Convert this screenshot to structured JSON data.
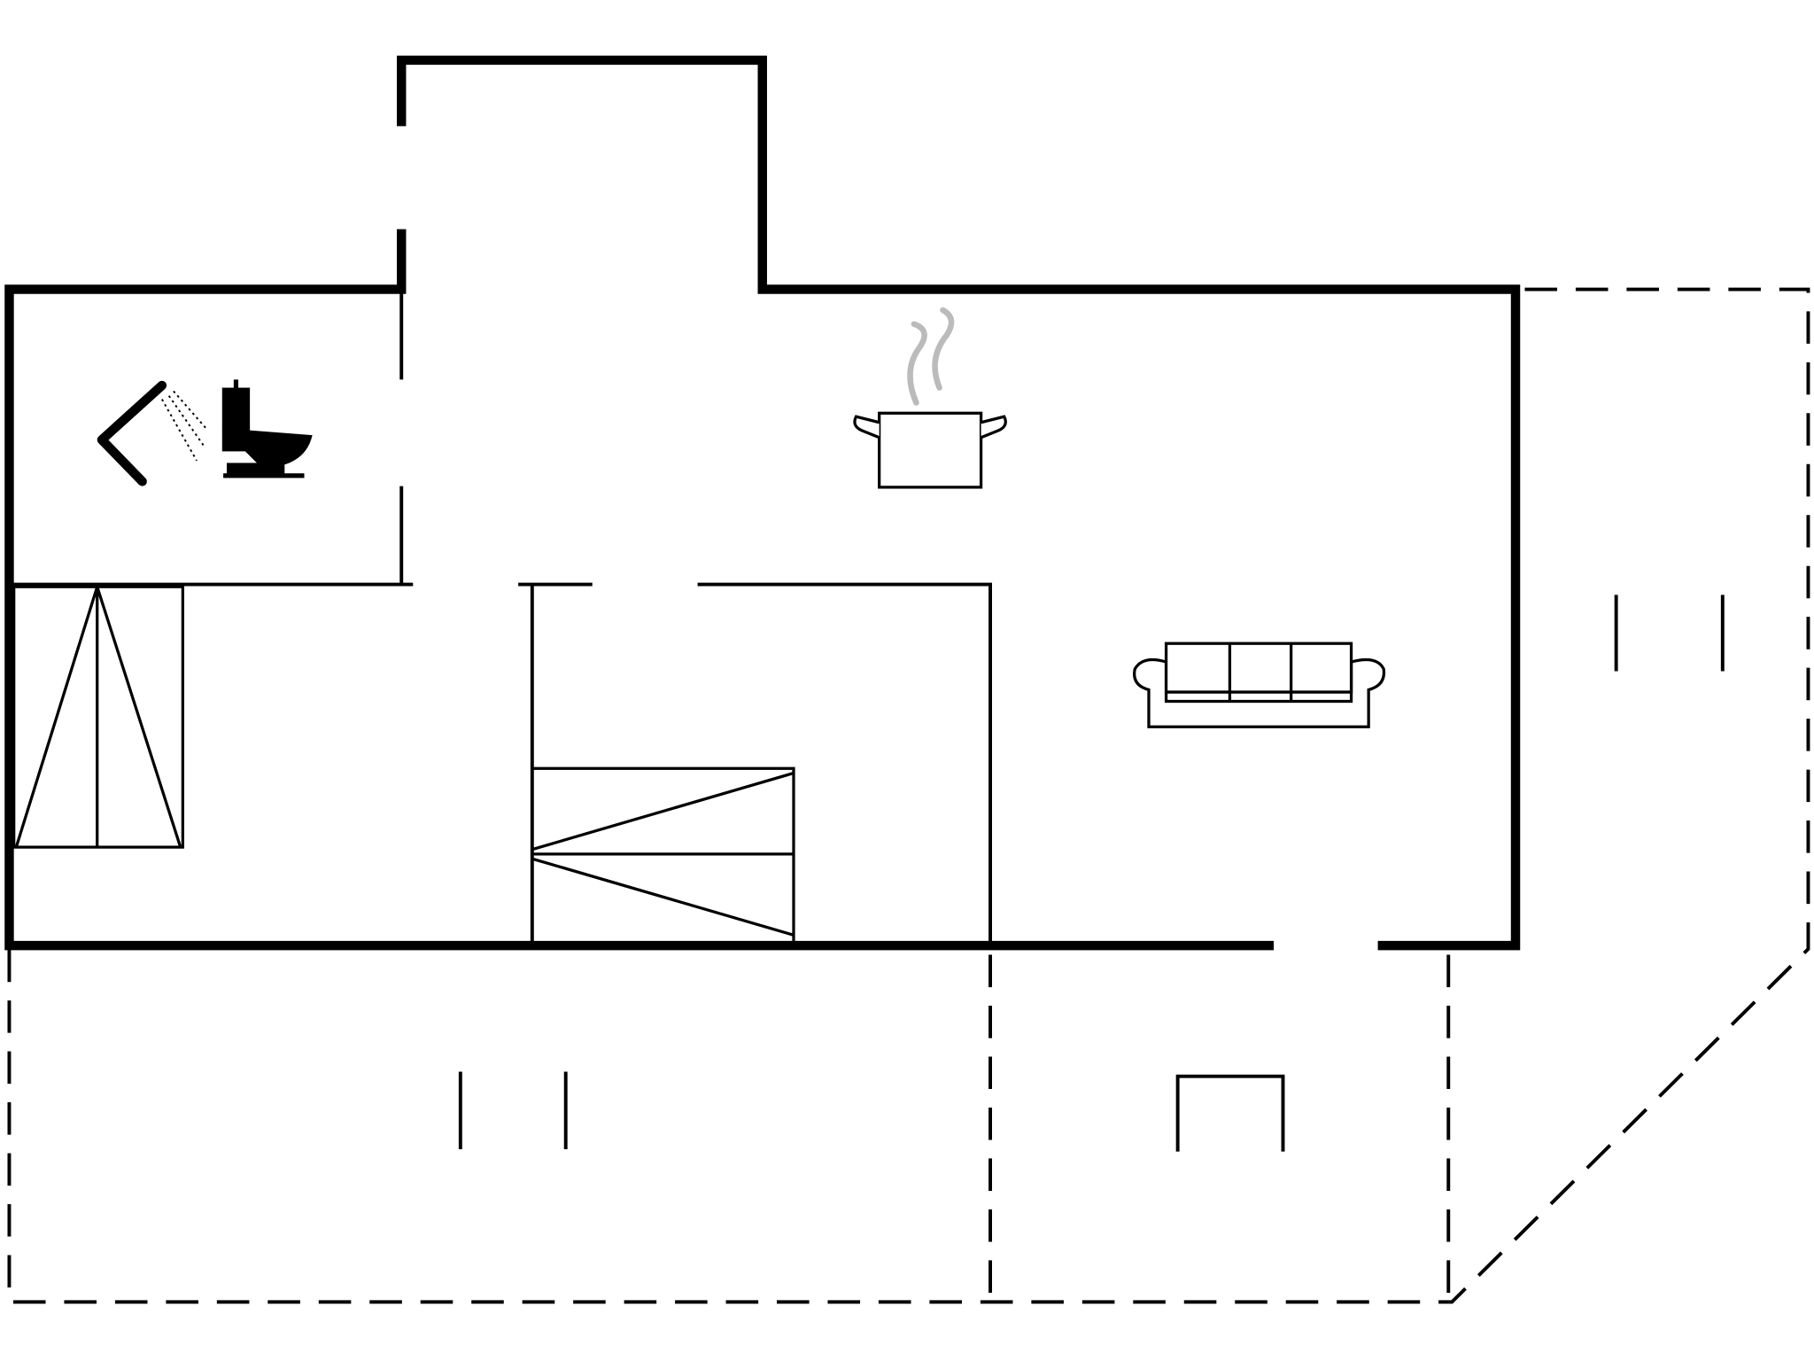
{
  "plan": {
    "colors": {
      "wall": "#000000",
      "background": "#ffffff",
      "steam": "#bbbbbb"
    },
    "icons": [
      "shower-icon",
      "toilet-icon",
      "cooking-pot-icon",
      "sofa-icon"
    ],
    "rooms": [
      "bathroom",
      "kitchen",
      "living-room",
      "staircase",
      "terrace"
    ]
  }
}
